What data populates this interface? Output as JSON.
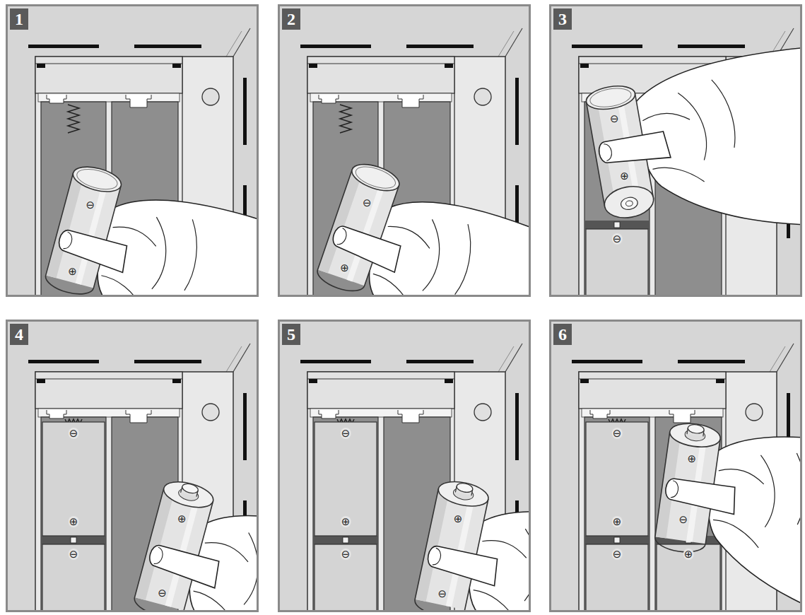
{
  "diagram": {
    "nodes": [
      {
        "text": [
          "1"
        ]
      },
      {
        "text": [
          "2"
        ]
      },
      {
        "text": [
          "3"
        ]
      },
      {
        "text": [
          "4"
        ]
      },
      {
        "text": [
          "5"
        ]
      },
      {
        "text": [
          "6"
        ]
      }
    ],
    "labels": [
      "⊖",
      "⊕",
      "⊖",
      "⊕",
      "⊖",
      "⊕",
      "⊖",
      "⊖",
      "⊕",
      "⊖",
      "⊕",
      "⊖",
      "⊖",
      "⊕",
      "⊖",
      "⊕",
      "⊖",
      "⊖",
      "⊕",
      "⊖",
      "⊕",
      "⊖",
      "⊕"
    ]
  }
}
